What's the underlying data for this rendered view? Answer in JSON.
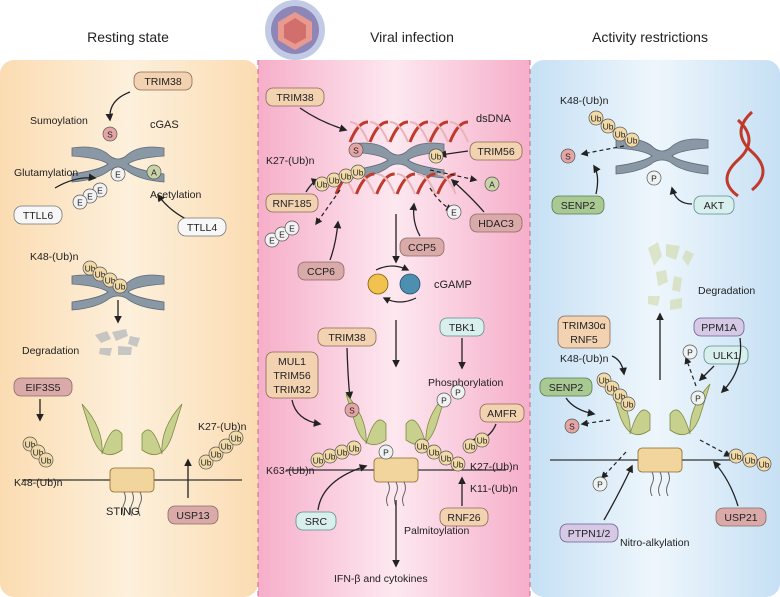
{
  "panels": {
    "resting": {
      "title": "Resting state",
      "trim38": "TRIM38",
      "sumoylation": "Sumoylation",
      "cgas": "cGAS",
      "glutamylation": "Glutamylation",
      "acetylation": "Acetylation",
      "ttll6": "TTLL6",
      "ttll4": "TTLL4",
      "k48": "K48-(Ub)n",
      "degradation": "Degradation",
      "eif3s5": "EIF3S5",
      "k27": "K27-(Ub)n",
      "k48b": "K48-(Ub)n",
      "sting": "STING",
      "usp13": "USP13"
    },
    "viral": {
      "title": "Viral infection",
      "trim38": "TRIM38",
      "dsdna": "dsDNA",
      "trim56": "TRIM56",
      "k27": "K27-(Ub)n",
      "rnf185": "RNF185",
      "hdac3": "HDAC3",
      "ccp5": "CCP5",
      "ccp6": "CCP6",
      "cgamp": "cGAMP",
      "trim38b": "TRIM38",
      "tbk1": "TBK1",
      "mul1": "MUL1",
      "trim56b": "TRIM56",
      "trim32": "TRIM32",
      "phosphorylation": "Phosphorylation",
      "amfr": "AMFR",
      "k63": "K63-(Ub)n",
      "k27b": "K27-(Ub)n",
      "k11": "K11-(Ub)n",
      "src": "SRC",
      "rnf26": "RNF26",
      "palmitoylation": "Palmitoylation",
      "ifn": "IFN-β and cytokines"
    },
    "restrict": {
      "title": "Activity restrictions",
      "k48": "K48-(Ub)n",
      "senp2": "SENP2",
      "akt": "AKT",
      "degradation": "Degradation",
      "trim30a": "TRIM30α",
      "rnf5": "RNF5",
      "ppm1a": "PPM1A",
      "k48b": "K48-(Ub)n",
      "ulk1": "ULK1",
      "senp2b": "SENP2",
      "ptpn": "PTPN1/2",
      "usp21": "USP21",
      "nitro": "Nitro-alkylation"
    }
  },
  "marks": {
    "s": "S",
    "e": "E",
    "a": "A",
    "ub": "Ub",
    "p": "P"
  },
  "colors": {
    "resting_bg": "#fbe0bb",
    "viral_bg": "#f7b7cf",
    "restrict_bg": "#cfe6f6",
    "cgas": "#8a97a5",
    "sting": "#c7d08c",
    "ub": "#f3dba8",
    "writer_box": "#f2d2b0",
    "eraser_box": "#d9aaa8",
    "kinase_box": "#d8efee",
    "phosphatase_box": "#d5c9e6",
    "senp_box": "#a9c994",
    "dna": "#c0392b"
  }
}
